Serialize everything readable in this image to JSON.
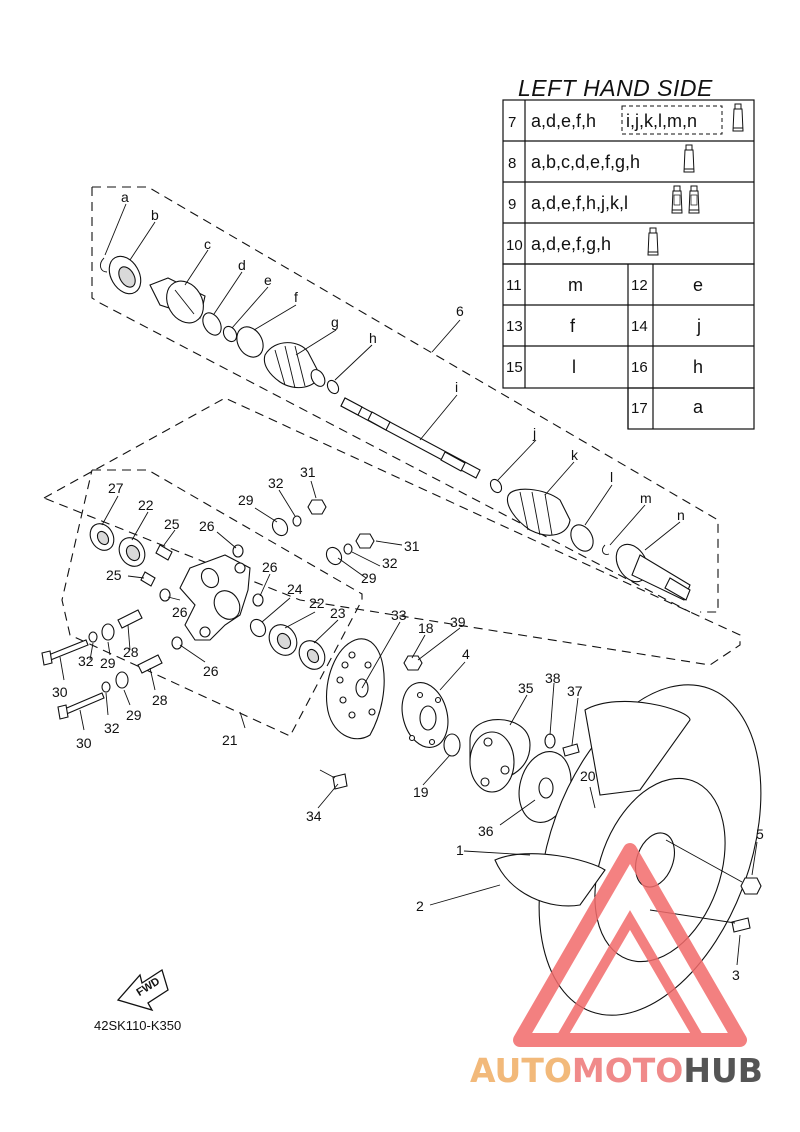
{
  "table": {
    "title": "LEFT HAND SIDE",
    "rows": [
      {
        "num": "7",
        "text": "a,d,e,f,h",
        "boxed": "i,j,k,l,m,n",
        "tubes": 1
      },
      {
        "num": "8",
        "text": "a,b,c,d,e,f,g,h",
        "tubes": 1
      },
      {
        "num": "9",
        "text": "a,d,e,f,h,j,k,l",
        "tubes": 2
      },
      {
        "num": "10",
        "text": "a,d,e,f,g,h",
        "tubes": 1
      }
    ],
    "pairs": [
      {
        "num": "11",
        "val": "m"
      },
      {
        "num": "12",
        "val": "e"
      },
      {
        "num": "13",
        "val": "f"
      },
      {
        "num": "14",
        "val": "j"
      },
      {
        "num": "15",
        "val": "l"
      },
      {
        "num": "16",
        "val": "h"
      },
      {
        "num": "17",
        "val": "a"
      }
    ]
  },
  "letters": [
    "a",
    "b",
    "c",
    "d",
    "e",
    "f",
    "g",
    "h",
    "i",
    "j",
    "k",
    "l",
    "m",
    "n"
  ],
  "numbers": [
    "1",
    "2",
    "3",
    "4",
    "5",
    "6",
    "18",
    "19",
    "20",
    "21",
    "22",
    "22",
    "23",
    "24",
    "25",
    "25",
    "26",
    "26",
    "26",
    "26",
    "27",
    "28",
    "28",
    "29",
    "29",
    "29",
    "29",
    "30",
    "30",
    "31",
    "31",
    "32",
    "32",
    "32",
    "32",
    "33",
    "34",
    "35",
    "36",
    "37",
    "38",
    "39"
  ],
  "fwd_label": "FWD",
  "diagram_code": "42SK110-K350",
  "watermark": {
    "part1": "AUTO",
    "part2": "MOTO",
    "part3": "HUB",
    "color1": "#f2b97a",
    "color2": "#f08a8a",
    "color3": "#555555",
    "logo_color": "#f26b6b"
  }
}
